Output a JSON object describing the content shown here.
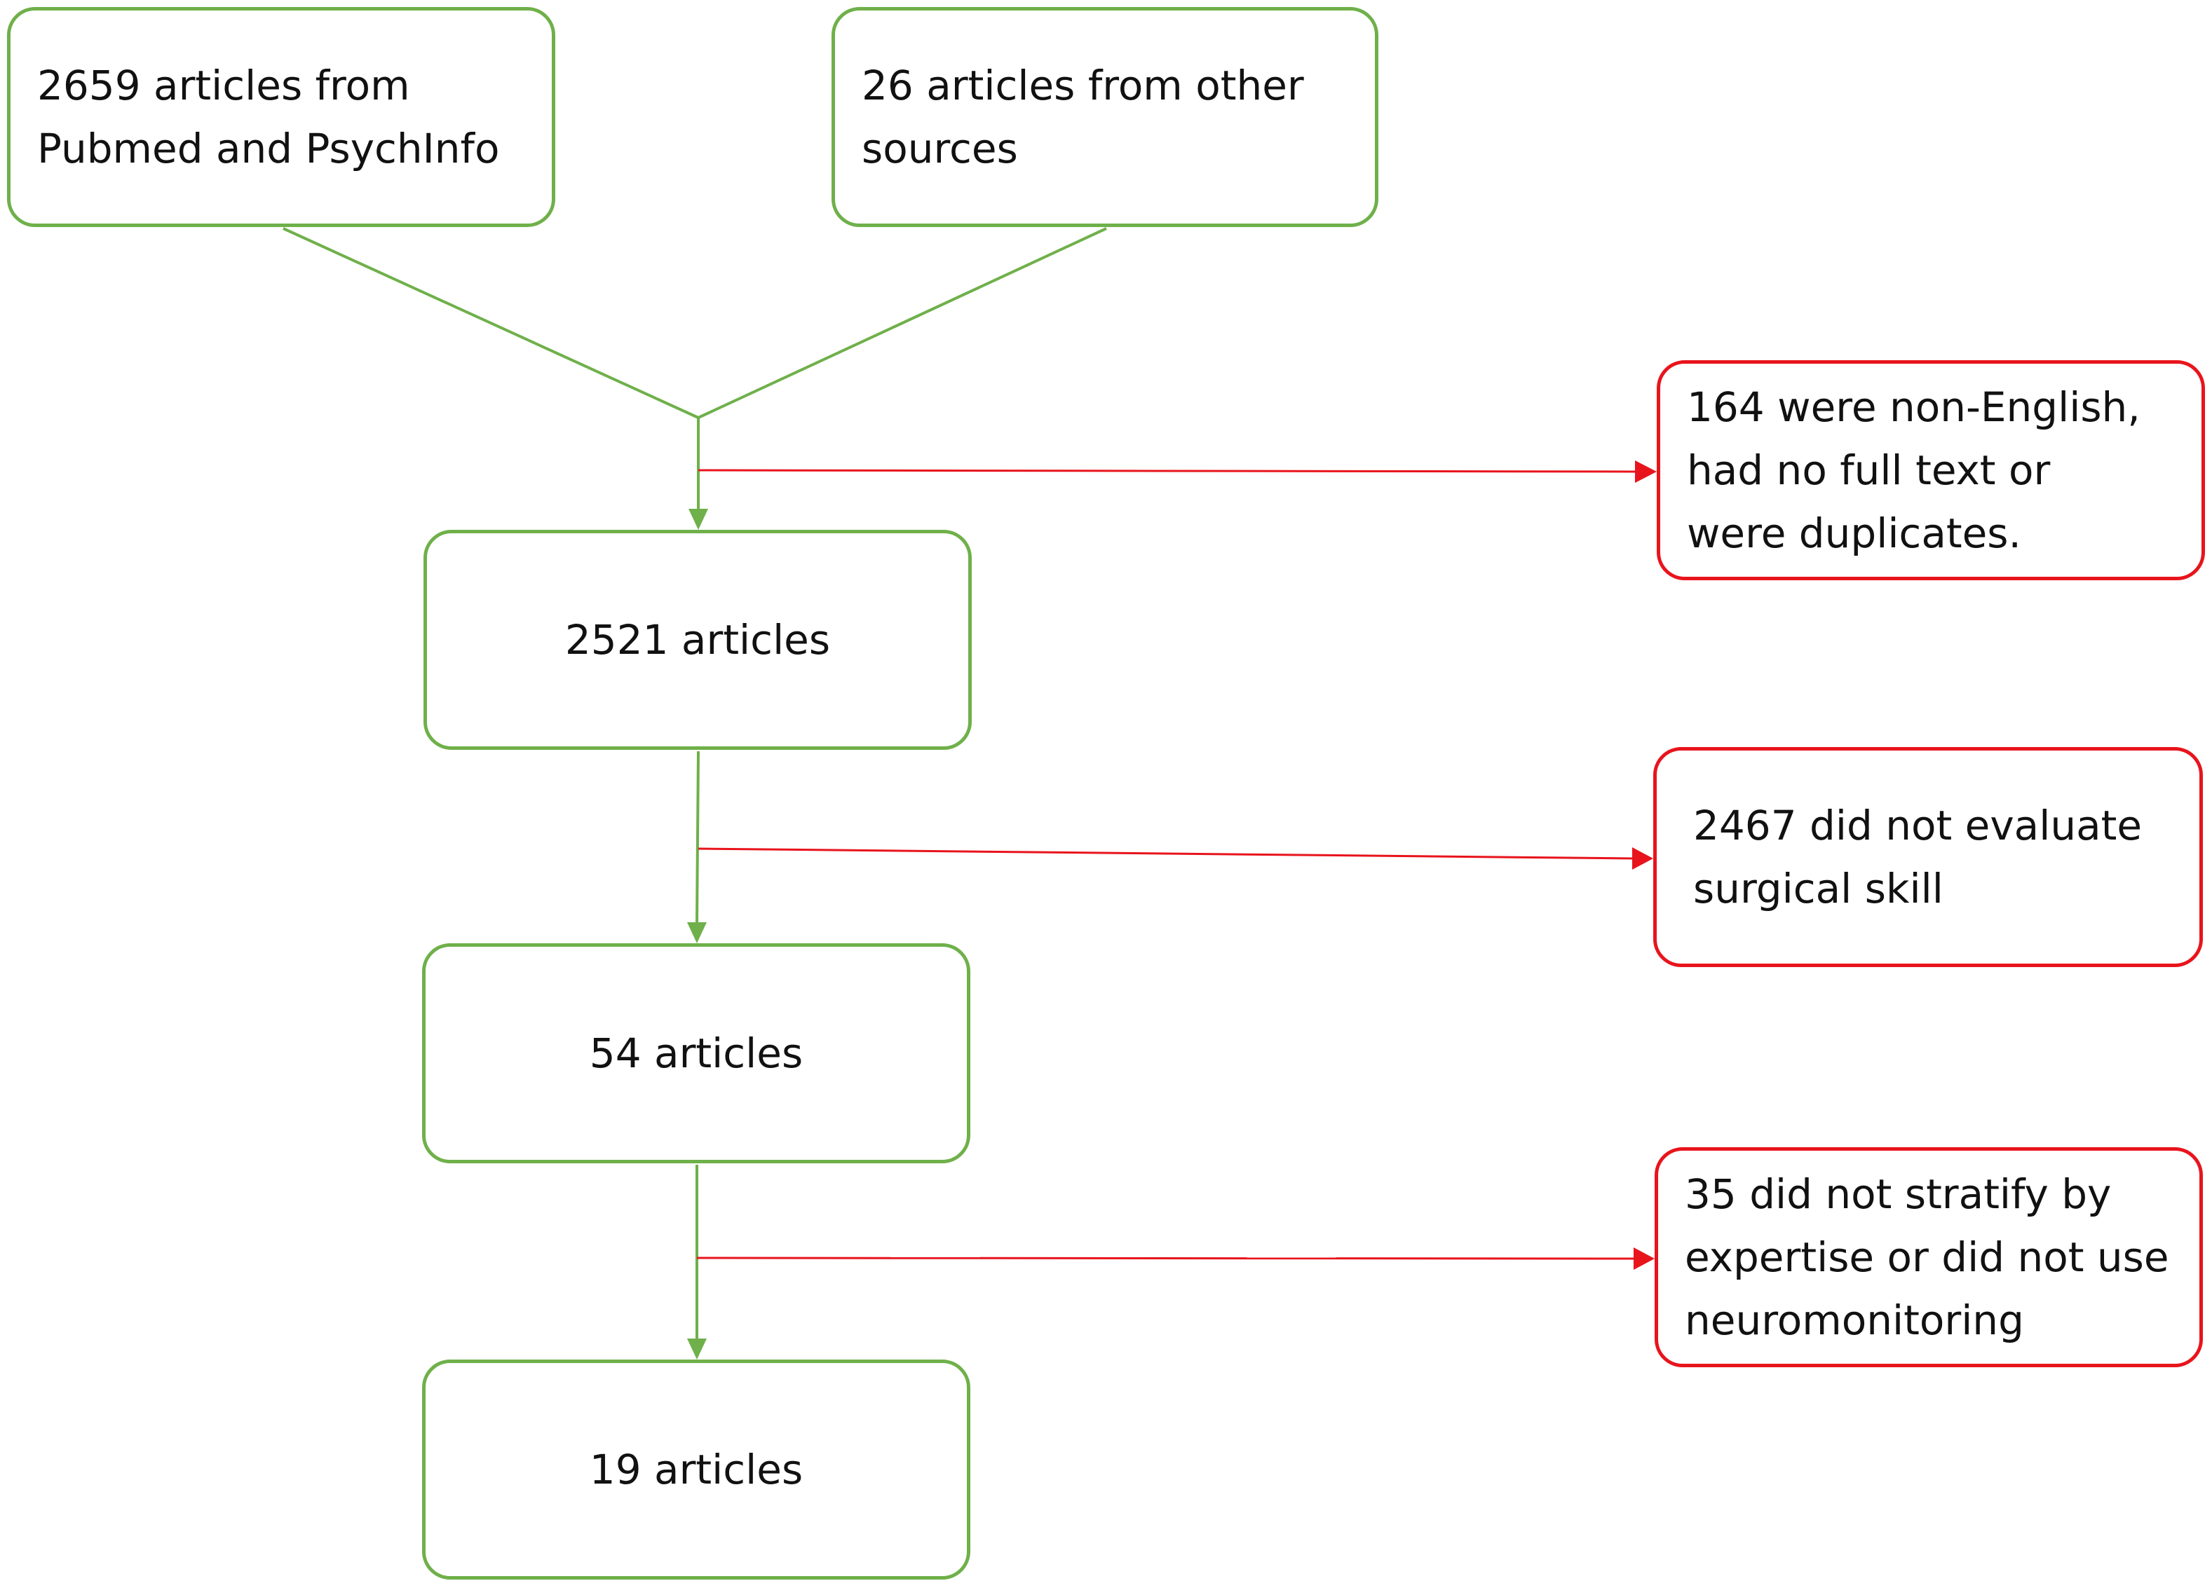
{
  "boxes": {
    "sources_db": "2659 articles from\nPubmed and PsychInfo",
    "sources_other": "26 articles from other\nsources",
    "after_dedup": "2521 articles",
    "after_skill": "54 articles",
    "final": "19 articles"
  },
  "exclusions": {
    "first": "164 were non-English,\nhad no full text or\nwere duplicates.",
    "second": "2467 did not evaluate\nsurgical skill",
    "third": "35 did not stratify by\nexpertise or did not use\nneuromonitoring"
  },
  "colors": {
    "flow": "#6fb04a",
    "exclusion": "#e8141c"
  }
}
